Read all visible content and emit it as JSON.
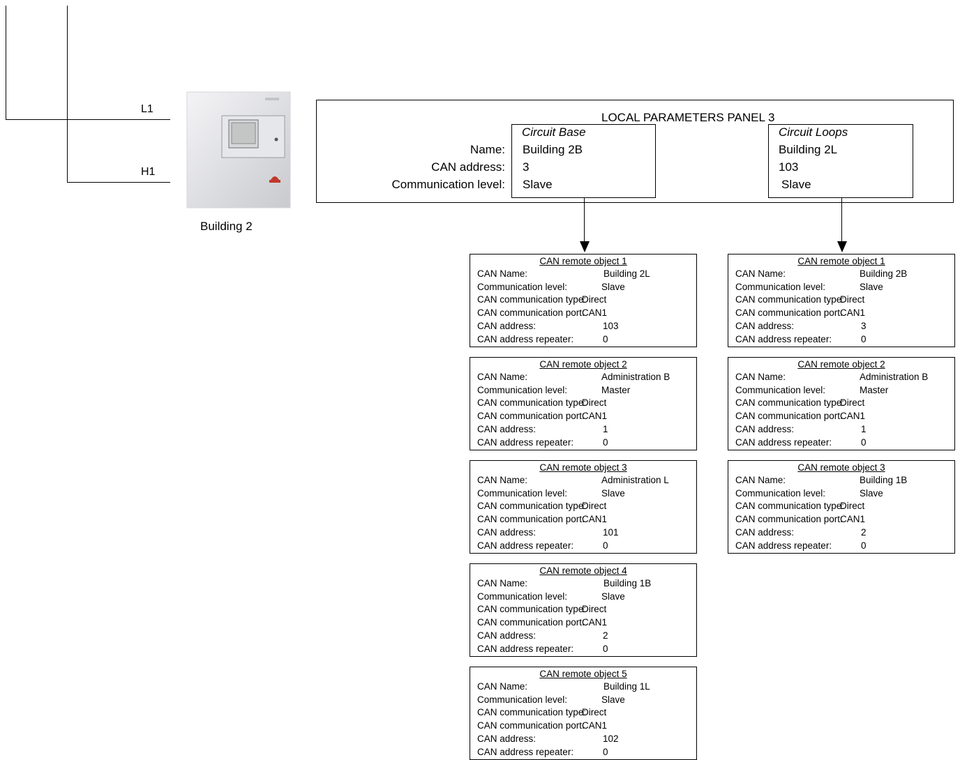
{
  "wires": {
    "l1": "L1",
    "h1": "H1"
  },
  "panel": {
    "icon": "fire-alarm-panel-icon",
    "caption": "Building 2"
  },
  "local_params": {
    "title": "LOCAL PARAMETERS PANEL 3",
    "row_labels": [
      "Name:",
      "CAN address:",
      "Communication level:"
    ],
    "circuits": [
      {
        "title": "Circuit Base",
        "name": "Building 2B",
        "address": "3",
        "level": "Slave"
      },
      {
        "title": "Circuit Loops",
        "name": "Building 2L",
        "address": "103",
        "level": "Slave"
      }
    ]
  },
  "field_labels": {
    "name": "CAN Name:",
    "level": "Communication level:",
    "type": "CAN communication type:",
    "port": "CAN communication port:",
    "address": "CAN address:",
    "repeater": "CAN address repeater:"
  },
  "base_objects": [
    {
      "title": "CAN remote object 1",
      "name": "Building 2L",
      "level": "Slave",
      "type": "Direct",
      "port": "CAN1",
      "address": "103",
      "repeater": "0"
    },
    {
      "title": "CAN remote object 2",
      "name": "Administration B",
      "level": "Master",
      "type": "Direct",
      "port": "CAN1",
      "address": "1",
      "repeater": "0"
    },
    {
      "title": "CAN remote object 3",
      "name": "Administration L",
      "level": "Slave",
      "type": "Direct",
      "port": "CAN1",
      "address": "101",
      "repeater": "0"
    },
    {
      "title": "CAN remote object 4",
      "name": "Building 1B",
      "level": "Slave",
      "type": "Direct",
      "port": "CAN1",
      "address": "2",
      "repeater": "0"
    },
    {
      "title": "CAN remote object 5",
      "name": "Building 1L",
      "level": "Slave",
      "type": "Direct",
      "port": "CAN1",
      "address": "102",
      "repeater": "0"
    }
  ],
  "loop_objects": [
    {
      "title": "CAN remote object 1",
      "name": "Building 2B",
      "level": "Slave",
      "type": "Direct",
      "port": "CAN1",
      "address": "3",
      "repeater": "0"
    },
    {
      "title": "CAN remote object 2",
      "name": "Administration B",
      "level": "Master",
      "type": "Direct",
      "port": "CAN1",
      "address": "1",
      "repeater": "0"
    },
    {
      "title": "CAN remote object 3",
      "name": "Building 1B",
      "level": "Slave",
      "type": "Direct",
      "port": "CAN1",
      "address": "2",
      "repeater": "0"
    }
  ]
}
